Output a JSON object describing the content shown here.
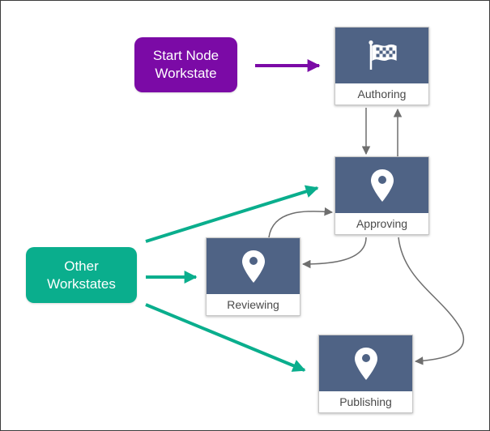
{
  "colors": {
    "node_header": "#4f6385",
    "start_callout": "#7b0aa6",
    "other_callout": "#0aae8d",
    "flow_arrow": "#6e6e6e",
    "node_label_text": "#4a4a4a"
  },
  "callouts": {
    "start": {
      "label": "Start Node\nWorkstate",
      "icon": "none"
    },
    "other": {
      "label": "Other\nWorkstates",
      "icon": "none"
    }
  },
  "nodes": [
    {
      "id": "authoring",
      "label": "Authoring",
      "icon": "checkered-flag-icon"
    },
    {
      "id": "approving",
      "label": "Approving",
      "icon": "map-pin-icon"
    },
    {
      "id": "reviewing",
      "label": "Reviewing",
      "icon": "map-pin-icon"
    },
    {
      "id": "publishing",
      "label": "Publishing",
      "icon": "map-pin-icon"
    }
  ],
  "connections": [
    {
      "from": "start_callout",
      "to": "authoring",
      "style": "callout-arrow-purple"
    },
    {
      "from": "other_callout",
      "to": "approving",
      "style": "callout-arrow-green"
    },
    {
      "from": "other_callout",
      "to": "reviewing",
      "style": "callout-arrow-green"
    },
    {
      "from": "other_callout",
      "to": "publishing",
      "style": "callout-arrow-green"
    },
    {
      "from": "authoring",
      "to": "approving",
      "style": "flow"
    },
    {
      "from": "approving",
      "to": "authoring",
      "style": "flow"
    },
    {
      "from": "reviewing",
      "to": "approving",
      "style": "flow-curved"
    },
    {
      "from": "approving",
      "to": "reviewing",
      "style": "flow-curved"
    },
    {
      "from": "approving",
      "to": "publishing",
      "style": "flow-curved"
    }
  ]
}
